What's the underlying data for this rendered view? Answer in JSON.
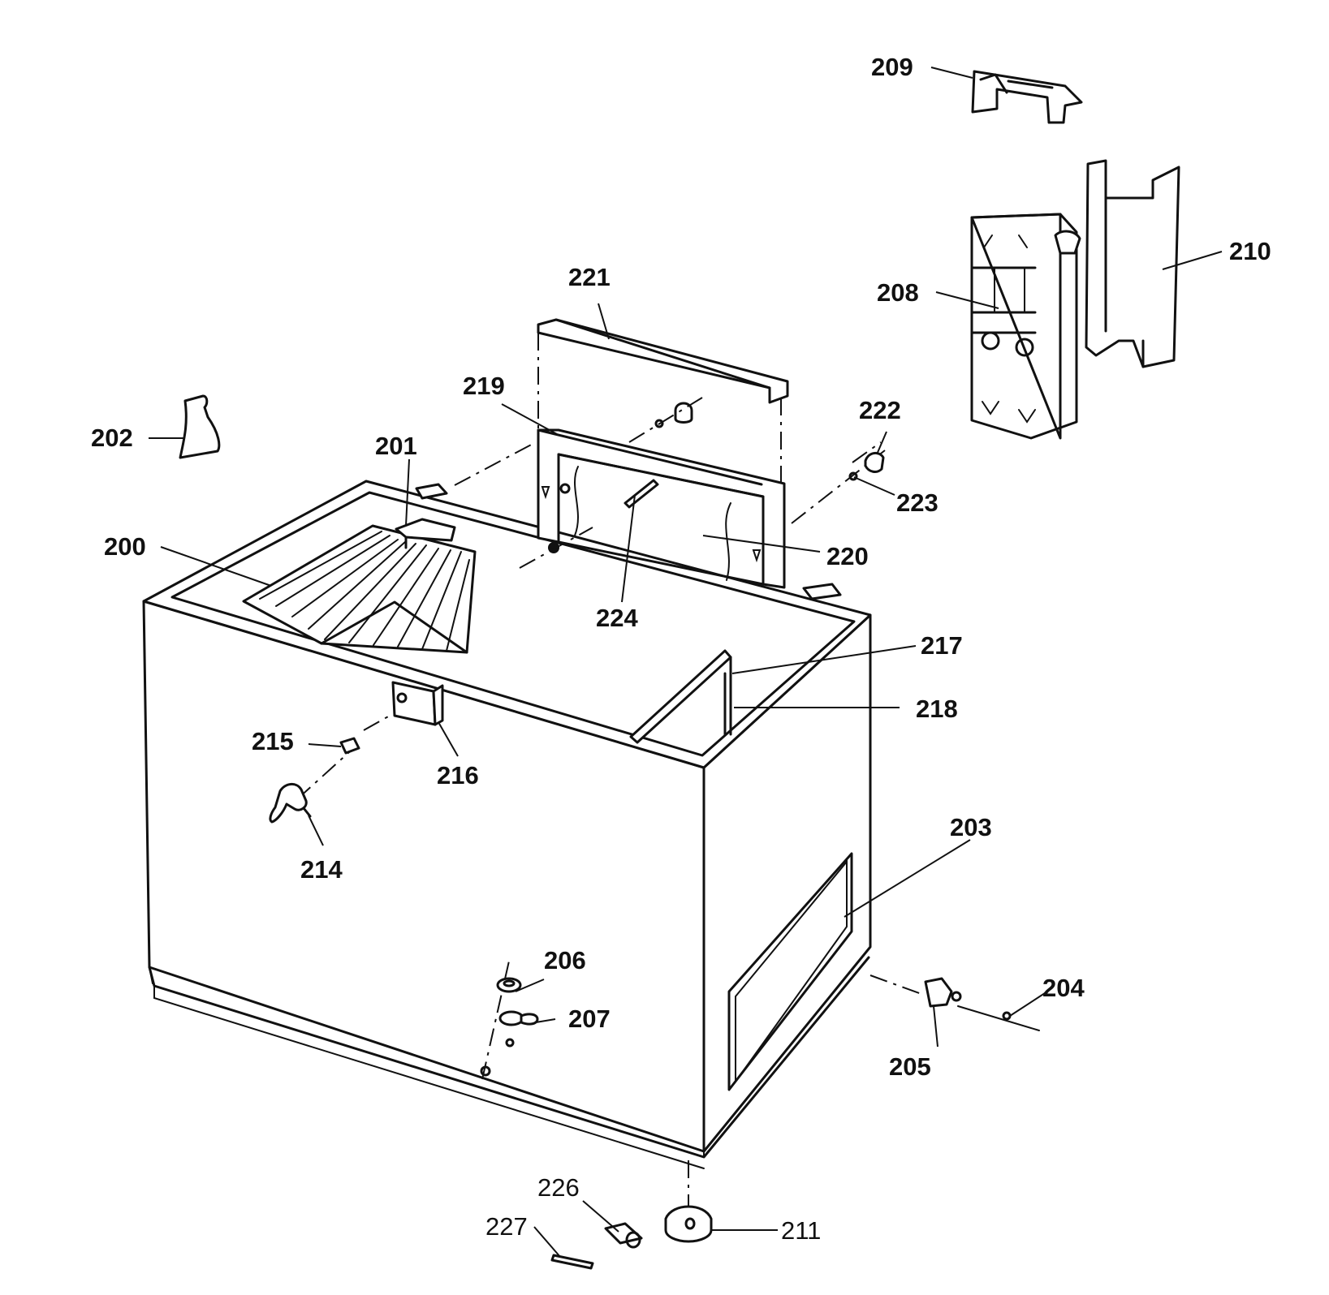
{
  "diagram": {
    "parts": [
      {
        "id": "p200",
        "label": "200"
      },
      {
        "id": "p201",
        "label": "201"
      },
      {
        "id": "p202",
        "label": "202"
      },
      {
        "id": "p203",
        "label": "203"
      },
      {
        "id": "p204",
        "label": "204"
      },
      {
        "id": "p205",
        "label": "205"
      },
      {
        "id": "p206",
        "label": "206"
      },
      {
        "id": "p207",
        "label": "207"
      },
      {
        "id": "p208",
        "label": "208"
      },
      {
        "id": "p209",
        "label": "209"
      },
      {
        "id": "p210",
        "label": "210"
      },
      {
        "id": "p211",
        "label": "211"
      },
      {
        "id": "p214",
        "label": "214"
      },
      {
        "id": "p215",
        "label": "215"
      },
      {
        "id": "p216",
        "label": "216"
      },
      {
        "id": "p217",
        "label": "217"
      },
      {
        "id": "p218",
        "label": "218"
      },
      {
        "id": "p219",
        "label": "219"
      },
      {
        "id": "p220",
        "label": "220"
      },
      {
        "id": "p221",
        "label": "221"
      },
      {
        "id": "p222",
        "label": "222"
      },
      {
        "id": "p223",
        "label": "223"
      },
      {
        "id": "p224",
        "label": "224"
      },
      {
        "id": "p226",
        "label": "226"
      },
      {
        "id": "p227",
        "label": "227"
      }
    ]
  }
}
